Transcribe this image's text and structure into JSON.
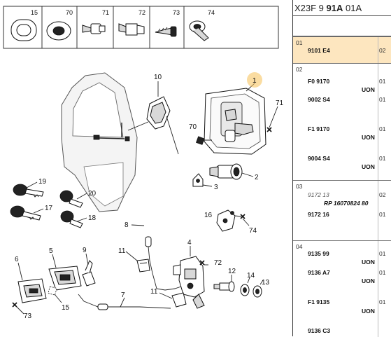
{
  "thumbnails": [
    "15",
    "70",
    "71",
    "72",
    "73",
    "74"
  ],
  "callouts": {
    "c1": "1",
    "c2": "2",
    "c3": "3",
    "c4": "4",
    "c5": "5",
    "c6": "6",
    "c7": "7",
    "c8": "8",
    "c9": "9",
    "c10": "10",
    "c11a": "11",
    "c11b": "11",
    "c12": "12",
    "c13": "13",
    "c14": "14",
    "c15": "15",
    "c16": "16",
    "c17": "17",
    "c18": "18",
    "c19": "19",
    "c20": "20",
    "c70": "70",
    "c71": "71",
    "c72": "72",
    "c73": "73",
    "c74": "74"
  },
  "panel": {
    "header_prefix": "X23F 9 ",
    "header_bold": "91A",
    "header_suffix": " 01A",
    "groups": [
      {
        "num": "01",
        "rows": [
          {
            "code": "9101 E4",
            "qty": "02",
            "uon": "",
            "rp": ""
          }
        ]
      },
      {
        "num": "02",
        "rows": [
          {
            "code": "F0 9170",
            "qty": "01",
            "uon": "UON",
            "rp": ""
          },
          {
            "code": "9002 S4",
            "qty": "01",
            "uon": "",
            "rp": ""
          },
          {
            "code": "F1 9170",
            "qty": "01",
            "uon": "UON",
            "rp": ""
          },
          {
            "code": "9004 S4",
            "qty": "01",
            "uon": "UON",
            "rp": ""
          }
        ]
      },
      {
        "num": "03",
        "rows": [
          {
            "code": "9172 13",
            "qty": "02",
            "uon": "",
            "rp": "RP 16070824 80"
          },
          {
            "code": "9172 16",
            "qty": "01",
            "uon": "",
            "rp": ""
          }
        ]
      },
      {
        "num": "04",
        "rows": [
          {
            "code": "9135 99",
            "qty": "01",
            "uon": "UON",
            "rp": ""
          },
          {
            "code": "9136 A7",
            "qty": "01",
            "uon": "UON",
            "rp": ""
          },
          {
            "code": "F1 9135",
            "qty": "01",
            "uon": "UON",
            "rp": ""
          },
          {
            "code": "9136 C3",
            "qty": "",
            "uon": "",
            "rp": ""
          }
        ]
      }
    ]
  }
}
